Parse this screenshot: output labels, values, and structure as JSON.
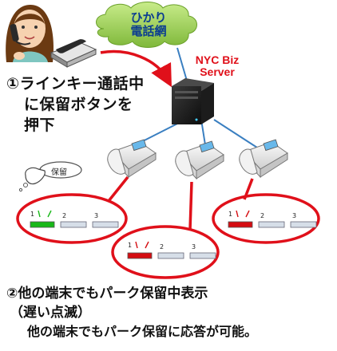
{
  "cloud": {
    "line1": "ひかり",
    "line2": "電話網"
  },
  "server": {
    "line1": "NYC Biz",
    "line2": "Server"
  },
  "hold_bubble": {
    "label": "保留"
  },
  "step1": {
    "line1": "①ラインキー通話中",
    "line2": "に保留ボタンを",
    "line3": "押下"
  },
  "step2": {
    "line1": "②他の端末でもパーク保留中表示",
    "line2": "（遅い点滅）",
    "line3": "他の端末でもパーク保留に応答が可能。"
  },
  "key_panels": [
    {
      "state": "green",
      "key1": "1",
      "key2": "2",
      "key3": "3"
    },
    {
      "state": "red",
      "key1": "1",
      "key2": "2",
      "key3": "3"
    },
    {
      "state": "red",
      "key1": "1",
      "key2": "2",
      "key3": "3"
    }
  ],
  "colors": {
    "ellipse": "#e0101a",
    "cloud": "#9acd4b",
    "cable": "#3a7fc1",
    "arrow": "#e0101a",
    "led_green": "#18b818",
    "led_red": "#d40d12"
  }
}
